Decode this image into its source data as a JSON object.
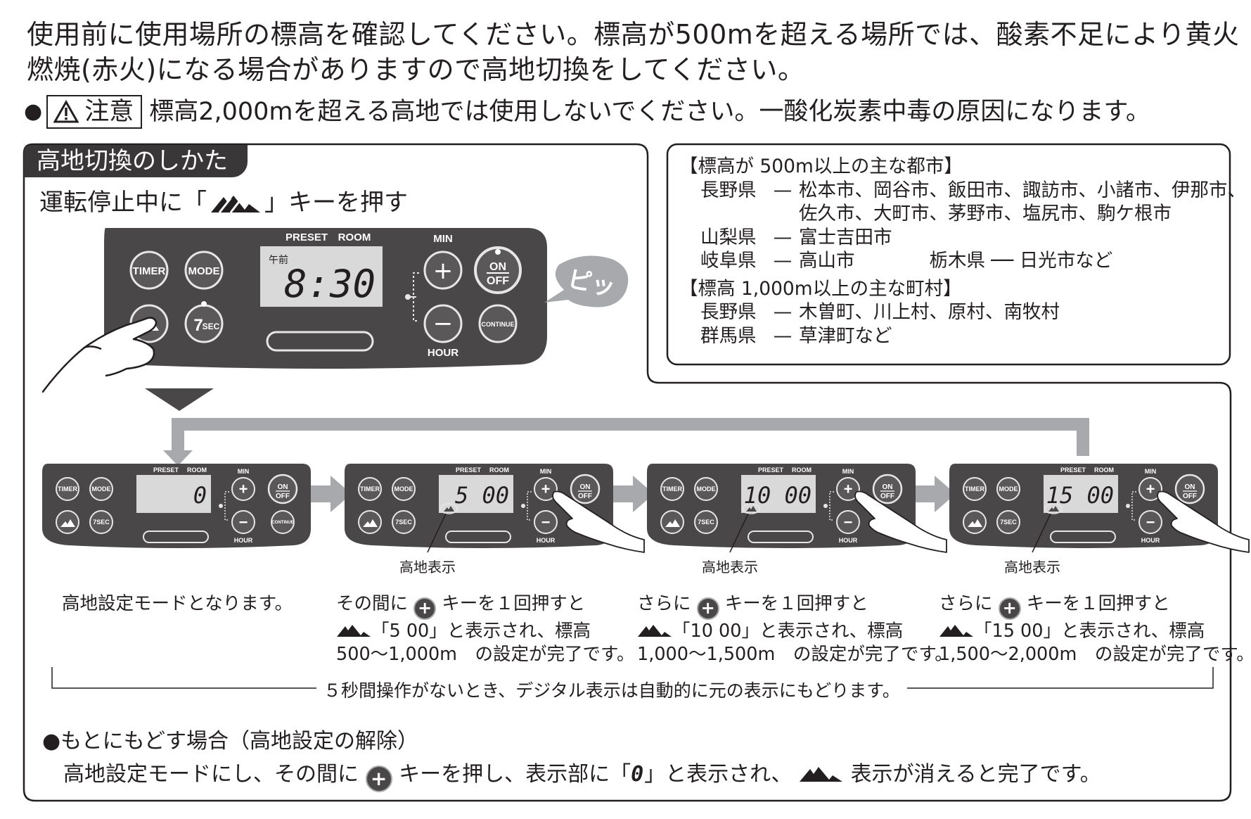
{
  "intro": {
    "line1": "使用前に使用場所の標高を確認してください。標高が500mを超える場所では、酸素不足により黄火",
    "line2": "燃焼(赤火)になる場合がありますので高地切換をしてください。"
  },
  "caution": {
    "bullet": "●",
    "label": "注意",
    "text": "標高2,000mを超える高地では使用しないでください。一酸化炭素中毒の原因になります。"
  },
  "section": {
    "title": "高地切換のしかた",
    "instruction_before": "運転停止中に「",
    "instruction_after": "」キーを押す"
  },
  "panel": {
    "timer": "TIMER",
    "mode": "MODE",
    "sec_num": "7",
    "sec": "SEC",
    "on": "ON",
    "off": "OFF",
    "plus": "+",
    "minus": "−",
    "continue": "CONTINUE",
    "min": "MIN",
    "hour": "HOUR",
    "preset": "PRESET",
    "room": "ROOM",
    "am": "午前",
    "time": "8:30",
    "beep": "ピッ"
  },
  "cities": {
    "header1": "【標高が 500m以上の主な都市】",
    "rows1": [
      {
        "pref": "長野県",
        "dash": "—",
        "list": "松本市、岡谷市、飯田市、諏訪市、小諸市、伊那市、"
      },
      {
        "pref": "",
        "dash": "",
        "list": "佐久市、大町市、茅野市、塩尻市、駒ケ根市"
      },
      {
        "pref": "山梨県",
        "dash": "—",
        "list": "富士吉田市"
      },
      {
        "pref": "岐阜県",
        "dash": "—",
        "list": "高山市　　　　栃木県 ── 日光市など"
      }
    ],
    "header2": "【標高 1,000m以上の主な町村】",
    "rows2": [
      {
        "pref": "長野県",
        "dash": "—",
        "list": "木曽町、川上村、原村、南牧村"
      },
      {
        "pref": "群馬県",
        "dash": "—",
        "list": "草津町など"
      }
    ]
  },
  "steps": [
    {
      "display": "0",
      "has_indicator": false,
      "caption": "",
      "lines": [
        "高地設定モードとなります。"
      ]
    },
    {
      "display": "5 00",
      "has_indicator": true,
      "caption": "高地表示",
      "pre": "その間に",
      "post": "キーを１回押すと",
      "shown": "「5 00」と表示され、標高",
      "range": "500〜1,000m　の設定が完了です。"
    },
    {
      "display": "10 00",
      "has_indicator": true,
      "caption": "高地表示",
      "pre": "さらに",
      "post": "キーを１回押すと",
      "shown": "「10 00」と表示され、標高",
      "range": "1,000〜1,500m　の設定が完了です。"
    },
    {
      "display": "15 00",
      "has_indicator": true,
      "caption": "高地表示",
      "pre": "さらに",
      "post": "キーを１回押すと",
      "shown": "「15 00」と表示され、標高",
      "range": "1,500〜2,000m　の設定が完了です。"
    }
  ],
  "footnote": "５秒間操作がないとき、デジタル表示は自動的に元の表示にもどります。",
  "reset": {
    "title": "●もとにもどす場合（高地設定の解除）",
    "pre": "高地設定モードにし、その間に",
    "mid": "キーを押し、表示部に「",
    "digit": "0",
    "post": "」と表示され、",
    "end": "表示が消えると完了です。"
  },
  "colors": {
    "panel": "#4a4748",
    "lcd": "#d9d9d9",
    "arrow": "#a7a9ac",
    "tab": "#3a3738"
  }
}
